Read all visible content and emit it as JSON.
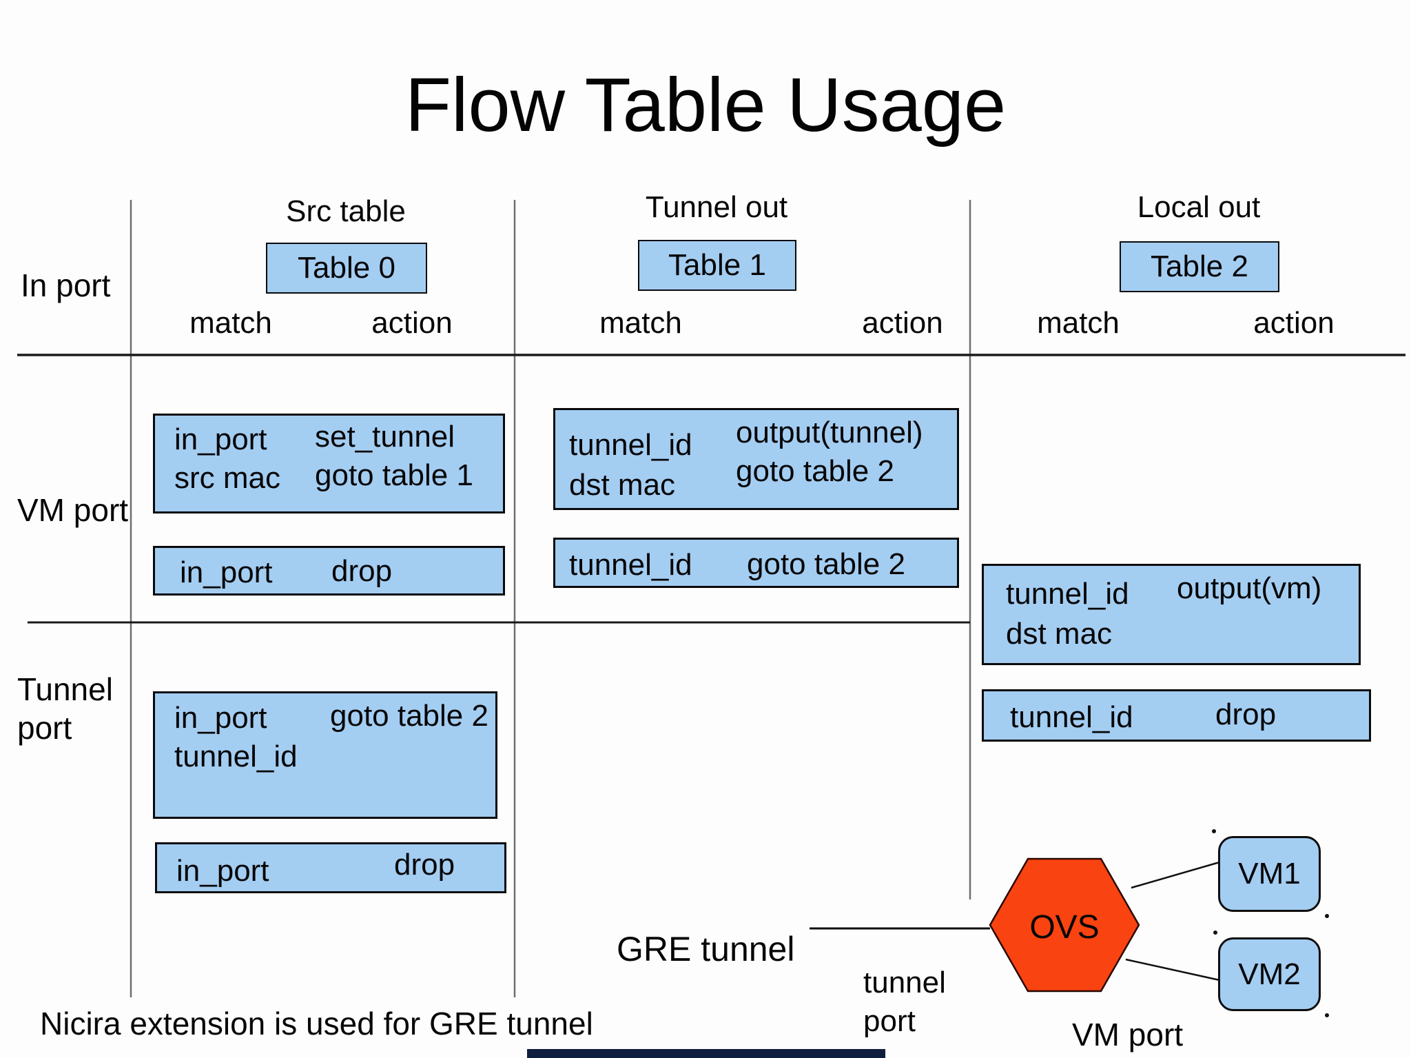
{
  "title": "Flow Table Usage",
  "left_labels": {
    "in_port": "In port",
    "vm_port": "VM port",
    "tunnel_port": "Tunnel port"
  },
  "columns": [
    {
      "header": "Src table",
      "table": "Table 0",
      "match": "match",
      "action": "action"
    },
    {
      "header": "Tunnel out",
      "table": "Table 1",
      "match": "match",
      "action": "action"
    },
    {
      "header": "Local out",
      "table": "Table 2",
      "match": "match",
      "action": "action"
    }
  ],
  "flows": {
    "src_vm_main": {
      "m1": "in_port",
      "m2": "src mac",
      "a1": "set_tunnel",
      "a2": "goto table 1"
    },
    "src_vm_drop": {
      "m1": "in_port",
      "a1": "drop"
    },
    "tun_vm_main": {
      "m1": "tunnel_id",
      "m2": "dst mac",
      "a1": "output(tunnel)",
      "a2": "goto table 2"
    },
    "tun_vm_goto": {
      "m1": "tunnel_id",
      "a1": "goto table 2"
    },
    "local_main": {
      "m1": "tunnel_id",
      "m2": "dst mac",
      "a1": "output(vm)"
    },
    "local_drop": {
      "m1": "tunnel_id",
      "a1": "drop"
    },
    "src_tun_main": {
      "m1": "in_port",
      "m2": "tunnel_id",
      "a1": "goto table 2"
    },
    "src_tun_drop": {
      "m1": "in_port",
      "a1": "drop"
    }
  },
  "diagram": {
    "gre_label": "GRE tunnel",
    "tunnel_port_label": "tunnel port",
    "vm_port_label": "VM port",
    "ovs_label": "OVS",
    "vm1_label": "VM1",
    "vm2_label": "VM2"
  },
  "footnote": "Nicira extension is used for GRE tunnel",
  "colors": {
    "box_fill": "#a4cdf2",
    "box_border": "#0a0a0a",
    "ovs_fill": "#f94310",
    "line_gray": "#6e6e6e",
    "line_black": "#1a1a1a",
    "accent_strip": "#0f1e3d"
  }
}
